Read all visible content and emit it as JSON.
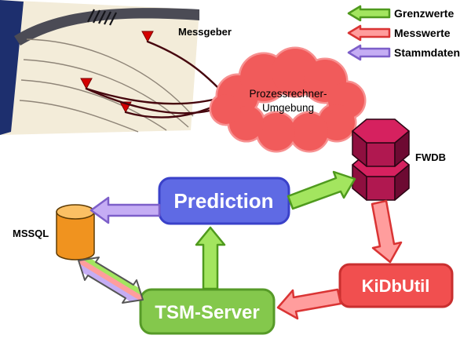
{
  "legend": {
    "items": [
      {
        "label": "Grenzwerte",
        "fill": "#a3e55f",
        "stroke": "#4f9a1d"
      },
      {
        "label": "Messwerte",
        "fill": "#ff9d9d",
        "stroke": "#da3434"
      },
      {
        "label": "Stammdaten",
        "fill": "#c5adf4",
        "stroke": "#7d5fc9"
      }
    ]
  },
  "cloud": {
    "line1": "Prozessrechner-",
    "line2": "Umgebung",
    "fill": "#f15b5b",
    "outline": "#f79090"
  },
  "nodes": {
    "prediction": {
      "label": "Prediction",
      "fill": "#5f6ae4",
      "stroke": "#3a41c9"
    },
    "tsm": {
      "label": "TSM-Server",
      "fill": "#84c84c",
      "stroke": "#569a28"
    },
    "kidbutil": {
      "label": "KiDbUtil",
      "fill": "#f14f4f",
      "stroke": "#c92f2f"
    },
    "fwdb": {
      "label": "FWDB",
      "fill": "#b01850"
    },
    "mssql": {
      "label": "MSSQL",
      "fill": "#f0931f"
    },
    "messgeber": {
      "label": "Messgeber"
    }
  }
}
